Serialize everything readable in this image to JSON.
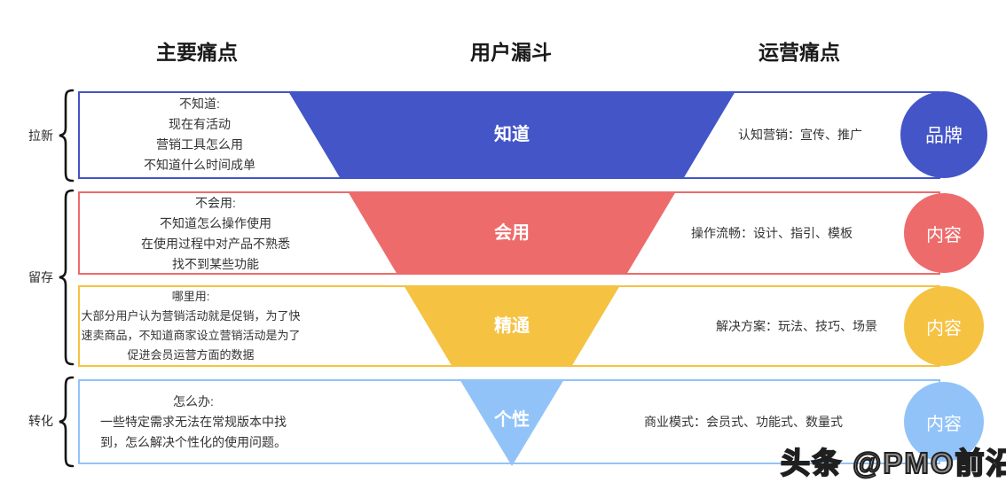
{
  "headers": {
    "left": "主要痛点",
    "center": "用户漏斗",
    "right": "运营痛点"
  },
  "stages": [
    {
      "label": "拉新"
    },
    {
      "label": "留存"
    },
    {
      "label": "转化"
    }
  ],
  "rows": [
    {
      "color": "#4355C7",
      "pain_title": "不知道:",
      "pain_lines": [
        "现在有活动",
        "营销工具怎么用",
        "不知道什么时间成单"
      ],
      "funnel_label": "知道",
      "ops_text": "认知营销：宣传、推广",
      "circle_label": "品牌"
    },
    {
      "color": "#EE6B6B",
      "pain_title": "不会用:",
      "pain_lines": [
        "不知道怎么操作使用",
        "在使用过程中对产品不熟悉",
        "找不到某些功能"
      ],
      "funnel_label": "会用",
      "ops_text": "操作流畅：设计、指引、模板",
      "circle_label": "内容"
    },
    {
      "color": "#F5C242",
      "pain_title": "哪里用:",
      "pain_lines": [
        "大部分用户认为营销活动就是促销，为了快",
        "速卖商品，不知道商家设立营销活动是为了",
        "促进会员运营方面的数据"
      ],
      "funnel_label": "精通",
      "ops_text": "解决方案：玩法、技巧、场景",
      "circle_label": "内容"
    },
    {
      "color": "#92C3F8",
      "pain_title": "怎么办:",
      "pain_lines": [
        "一些特定需求无法在常规版本中找",
        "到，怎么解决个性化的使用问题。"
      ],
      "funnel_label": "个性",
      "ops_text": "商业模式：会员式、功能式、数量式",
      "circle_label": "内容"
    }
  ],
  "watermark": "头条 @PMO前沿",
  "palette": {
    "body_text": "#333333",
    "heading_text": "#1a1a1a",
    "bracket": "#151515"
  }
}
